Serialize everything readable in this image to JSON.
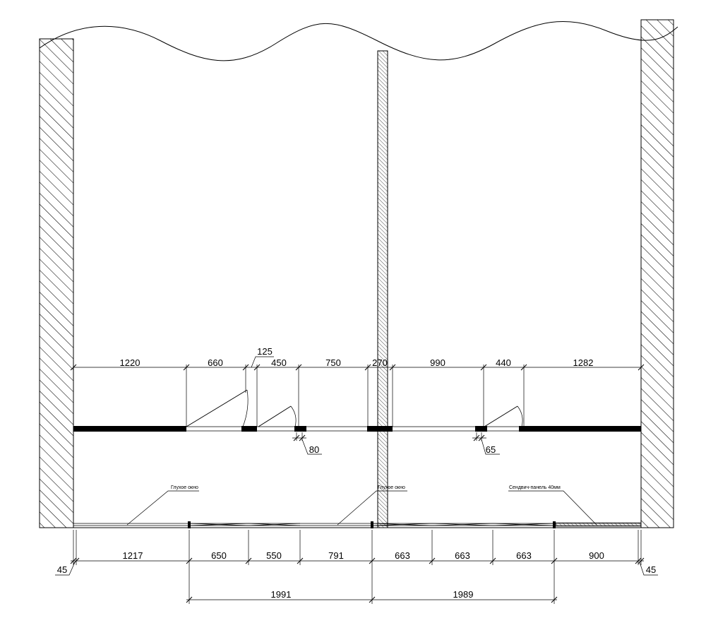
{
  "top_dimensions": [
    "1220",
    "660",
    "125",
    "450",
    "750",
    "270",
    "990",
    "440",
    "1282"
  ],
  "small_dimensions": {
    "left_gap": "80",
    "right_gap": "65"
  },
  "bottom_dimensions": [
    "1217",
    "650",
    "550",
    "791",
    "663",
    "663",
    "663",
    "900"
  ],
  "edge_dimensions": {
    "left": "45",
    "right": "45"
  },
  "total_dimensions": [
    "1991",
    "1989"
  ],
  "notes": {
    "blind_window_1": "Глухое окно",
    "blind_window_2": "Глухое окно",
    "sandwich_panel": "Сендвич-панель 40мм"
  }
}
